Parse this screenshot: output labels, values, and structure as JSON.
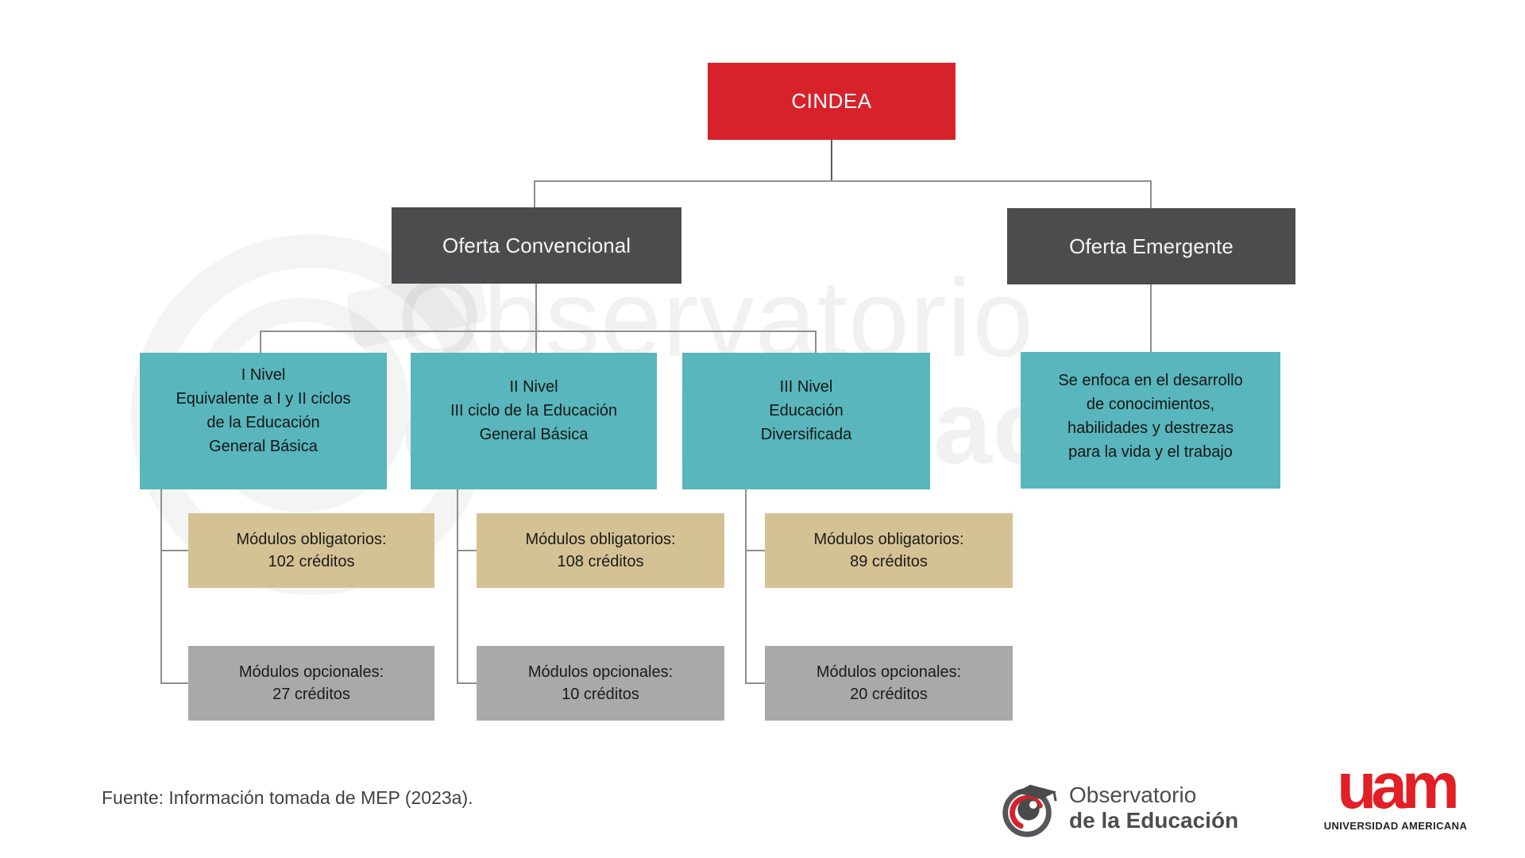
{
  "colors": {
    "root_red": "#D7222B",
    "branch_dark_gray": "#4C4C4E",
    "level_teal": "#58B6BC",
    "mandatory_tan": "#D5C294",
    "optional_gray": "#A9A9A9",
    "connector_gray": "#8F8F8F"
  },
  "root": {
    "label": "CINDEA"
  },
  "branches": {
    "conventional": "Oferta Convencional",
    "emergent": "Oferta Emergente"
  },
  "levels": [
    {
      "lines": [
        "I Nivel",
        "Equivalente a I y II ciclos",
        "de la Educación",
        "General Básica"
      ],
      "mandatory": [
        "Módulos obligatorios:",
        "102 créditos"
      ],
      "optional": [
        "Módulos opcionales:",
        "27 créditos"
      ]
    },
    {
      "lines": [
        "II Nivel",
        "III ciclo de la Educación",
        "General Básica"
      ],
      "mandatory": [
        "Módulos obligatorios:",
        "108 créditos"
      ],
      "optional": [
        "Módulos opcionales:",
        "10 créditos"
      ]
    },
    {
      "lines": [
        "III Nivel",
        "Educación",
        "Diversificada"
      ],
      "mandatory": [
        "Módulos obligatorios:",
        "89 créditos"
      ],
      "optional": [
        "Módulos opcionales:",
        "20 créditos"
      ]
    }
  ],
  "emergent_detail": {
    "lines": [
      "Se enfoca en el desarrollo",
      "de conocimientos,",
      "habilidades y destrezas",
      "para la vida y el trabajo"
    ]
  },
  "watermark": {
    "line1": "Observatorio",
    "line2": "de la Educación"
  },
  "footer": {
    "source": "Fuente: Información tomada de MEP (2023a)."
  },
  "logos": {
    "observatorio": {
      "line1": "Observatorio",
      "line2": "de la Educación",
      "icon": "eye-graduation-cap-icon"
    },
    "uam": {
      "wordmark": "uam",
      "caption": "UNIVERSIDAD AMERICANA"
    }
  }
}
